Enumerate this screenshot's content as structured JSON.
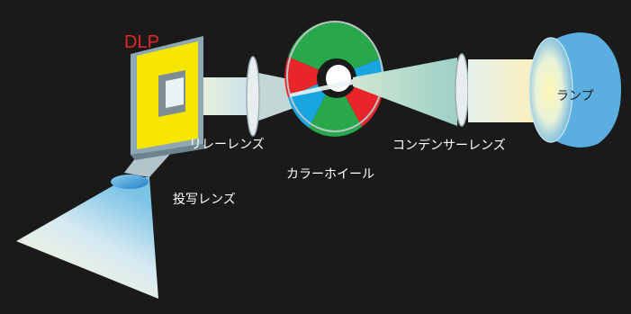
{
  "labels": {
    "dlp": "DLP",
    "relay_lens": "リレーレンズ",
    "color_wheel": "カラーホイール",
    "condenser_lens": "コンデンサーレンズ",
    "lamp": "ランプ",
    "projection_lens": "投写レンズ"
  },
  "colors": {
    "background": "#1a1a1a",
    "dlp_red": "#e8262a",
    "chip_yellow": "#f7e600",
    "wheel_red": "#e8262a",
    "wheel_green": "#28a84a",
    "wheel_blue": "#19a6e0",
    "lamp_blue": "#5aaee0"
  }
}
